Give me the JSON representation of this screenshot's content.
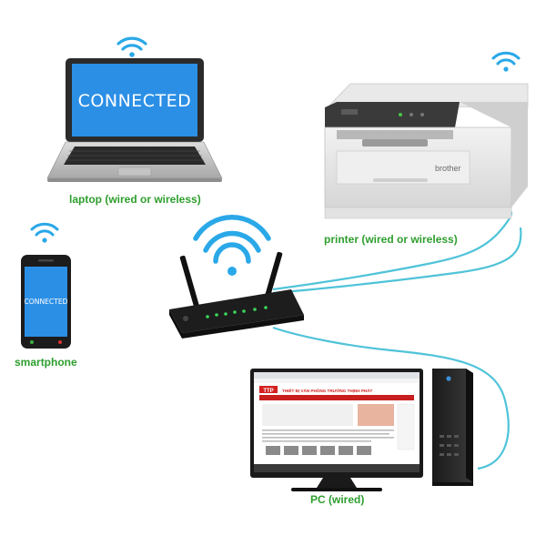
{
  "laptop": {
    "screen_text": "CONNECTED",
    "label": "laptop (wired or wireless)"
  },
  "phone": {
    "screen_text": "CONNECTED",
    "label": "smartphone"
  },
  "printer": {
    "brand": "brother",
    "label": "printer (wired or wireless)"
  },
  "pc": {
    "label": "PC (wired)",
    "site_title": "THIẾT BỊ VĂN PHÒNG TRƯỜNG THỊNH PHÁT",
    "logo_text": "TTP"
  },
  "colors": {
    "label_green": "#2e9e2e",
    "screen_blue": "#2b8fe6",
    "wifi_blue": "#2aa8e8",
    "cable_teal": "#4fc3d9"
  },
  "icons": [
    "wifi-icon",
    "laptop-icon",
    "smartphone-icon",
    "printer-icon",
    "router-icon",
    "monitor-icon",
    "pc-tower-icon"
  ]
}
